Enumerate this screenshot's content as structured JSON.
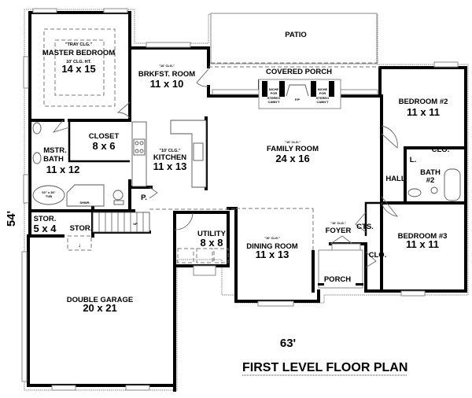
{
  "plan": {
    "title": "FIRST LEVEL FLOOR PLAN",
    "width_dim": "63'",
    "depth_dim": "54'"
  },
  "rooms": {
    "master_bedroom": {
      "note": "\"TRAY CLG.\"",
      "name": "MASTER BEDROOM",
      "ceiling": "10' CLG. HT.",
      "size": "14 x 15"
    },
    "breakfast_room": {
      "note": "\"10' CLG.\"",
      "name": "BRKFST. ROOM",
      "size": "11 x 10"
    },
    "patio": {
      "name": "PATIO"
    },
    "covered_porch": {
      "name": "COVERED PORCH"
    },
    "fireplace": {
      "label": "F/P",
      "niche_left": "NICHE FOR STEREO CABN'T",
      "niche_right": "NICHE FOR STEREO CABN'T"
    },
    "bedroom2": {
      "name": "BEDROOM #2",
      "size": "11 x 11"
    },
    "closet": {
      "name": "CLOSET",
      "size": "8 x 6"
    },
    "master_bath": {
      "name": "MSTR. BATH",
      "name_line1": "MSTR.",
      "name_line2": "BATH",
      "size": "11 x 12",
      "tub": "60\" x 36\"",
      "tub_sub": "TUB",
      "shower": "SHWR."
    },
    "kitchen": {
      "note": "\"10' CLG.\"",
      "name": "KITCHEN",
      "size": "11 x 13"
    },
    "pantry": {
      "name": "P."
    },
    "family_room": {
      "note": "\"10' CLG.\"",
      "name": "FAMILY ROOM",
      "size": "24 x 16"
    },
    "closet_bed2": {
      "name": "CLO."
    },
    "linen": {
      "name": "L."
    },
    "bath2": {
      "name": "BATH",
      "name_num": "#2"
    },
    "hall": {
      "name": "HALL"
    },
    "storage1": {
      "name": "STOR.",
      "size": "5 x 4"
    },
    "storage2": {
      "name": "STOR."
    },
    "stairs": {
      "label": "UP"
    },
    "utility": {
      "name": "UTILITY",
      "size": "8 x 8"
    },
    "dining_room": {
      "note": "\"10' CLG.\"",
      "name": "DINING ROOM",
      "size": "11 x 13"
    },
    "foyer": {
      "note": "\"10' CLG.\"",
      "name": "FOYER"
    },
    "coats": {
      "name": "CTS."
    },
    "bedroom3": {
      "name": "BEDROOM #3",
      "size": "11 x 11"
    },
    "closet_bed3": {
      "name": "CLO."
    },
    "porch": {
      "name": "PORCH"
    },
    "garage": {
      "name": "DOUBLE GARAGE",
      "size": "20 x 21"
    }
  }
}
